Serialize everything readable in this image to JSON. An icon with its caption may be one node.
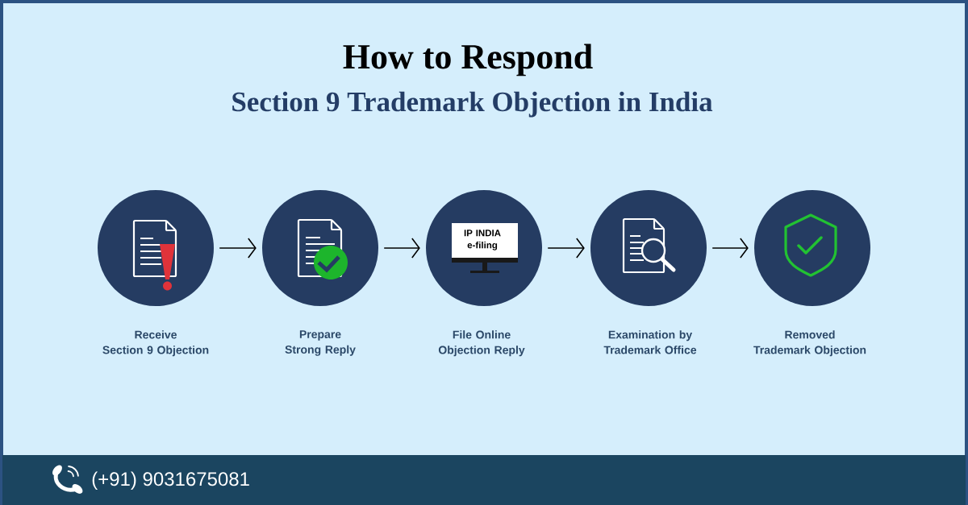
{
  "diagram": {
    "title": "How to Respond",
    "nodes": [
      {
        "text": [],
        "shape": "circle",
        "beside": [
          "Receive Section 9 Objection"
        ]
      },
      {
        "text": [],
        "shape": "circle",
        "beside": [
          "Prepare Strong Reply"
        ]
      },
      {
        "text": [
          "IP INDIA e-filing"
        ],
        "beside": [
          "File Online Objection Reply"
        ]
      },
      {
        "text": [],
        "shape": "circle",
        "beside": [
          "Examination by Trademark Office"
        ]
      },
      {
        "text": [],
        "shape": "circle",
        "beside": [
          "Removed Trademark Objection"
        ]
      }
    ],
    "edges": [
      {
        "from": 0,
        "to": 1,
        "arrow": "to"
      },
      {
        "from": 1,
        "to": 2,
        "arrow": "to"
      },
      {
        "from": 2,
        "to": 3,
        "arrow": "to"
      },
      {
        "from": 3,
        "to": 4,
        "arrow": "to"
      }
    ],
    "labels": [
      "Section 9 Trademark Objection in India",
      "(+91) 9031675081"
    ]
  }
}
